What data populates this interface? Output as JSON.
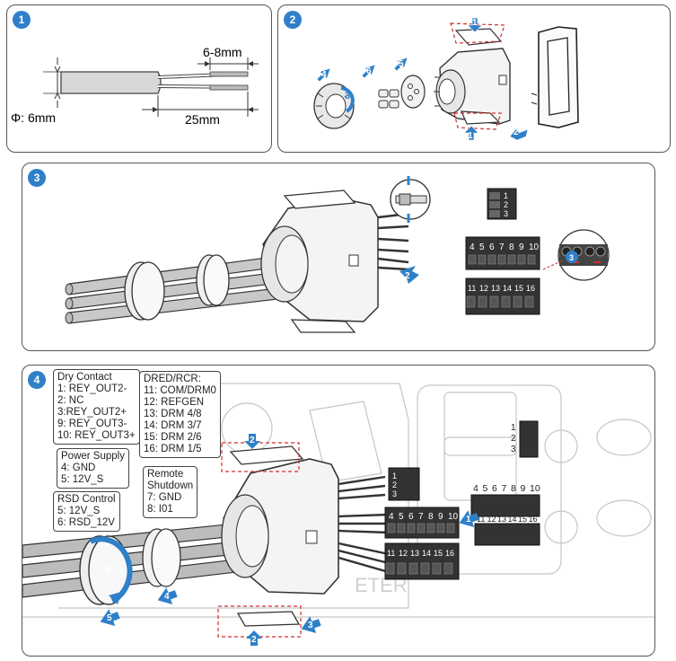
{
  "panels": {
    "p1": {
      "number": "1",
      "dim_strip": "6-8mm",
      "dim_diameter": "Φ: 6mm",
      "dim_length": "25mm"
    },
    "p2": {
      "number": "2",
      "steps": [
        "1",
        "2",
        "3",
        "4",
        "5",
        "6"
      ]
    },
    "p3": {
      "number": "3",
      "steps": [
        "2",
        "3"
      ],
      "block_a_pins": [
        "1",
        "2",
        "3"
      ],
      "block_b_pins": [
        "4",
        "5",
        "6",
        "7",
        "8",
        "9",
        "10"
      ],
      "block_c_pins": [
        "11",
        "12",
        "13",
        "14",
        "15",
        "16"
      ]
    },
    "p4": {
      "number": "4",
      "steps": [
        "1",
        "2",
        "3",
        "4",
        "5",
        "6"
      ],
      "dry_contact": [
        "Dry Contact",
        "1: REY_OUT2-",
        "2: NC",
        "3:REY_OUT2+",
        "9: REY_OUT3-",
        "10: REY_OUT3+"
      ],
      "power_supply": [
        "Power Supply",
        "4: GND",
        "5: 12V_S"
      ],
      "rsd_control": [
        "RSD Control",
        "5: 12V_S",
        "6: RSD_12V"
      ],
      "dred_rcr": [
        "DRED/RCR:",
        "11: COM/DRM0",
        "12: REFGEN",
        "13: DRM 4/8",
        "14: DRM 3/7",
        "15: DRM 2/6",
        "16: DRM 1/5"
      ],
      "remote_shutdown": [
        "Remote",
        "Shutdown",
        "7: GND",
        "8: I01"
      ],
      "block_a_pins": [
        "1",
        "2",
        "3"
      ],
      "block_b_pins": [
        "4",
        "5",
        "6",
        "7",
        "8",
        "9",
        "10"
      ],
      "block_c_pins": [
        "11",
        "12",
        "13",
        "14",
        "15",
        "16"
      ],
      "watermark": "ETER"
    }
  },
  "colors": {
    "accent": "#2f80c9",
    "callout": "#d62b2b",
    "outline": "#333333"
  }
}
